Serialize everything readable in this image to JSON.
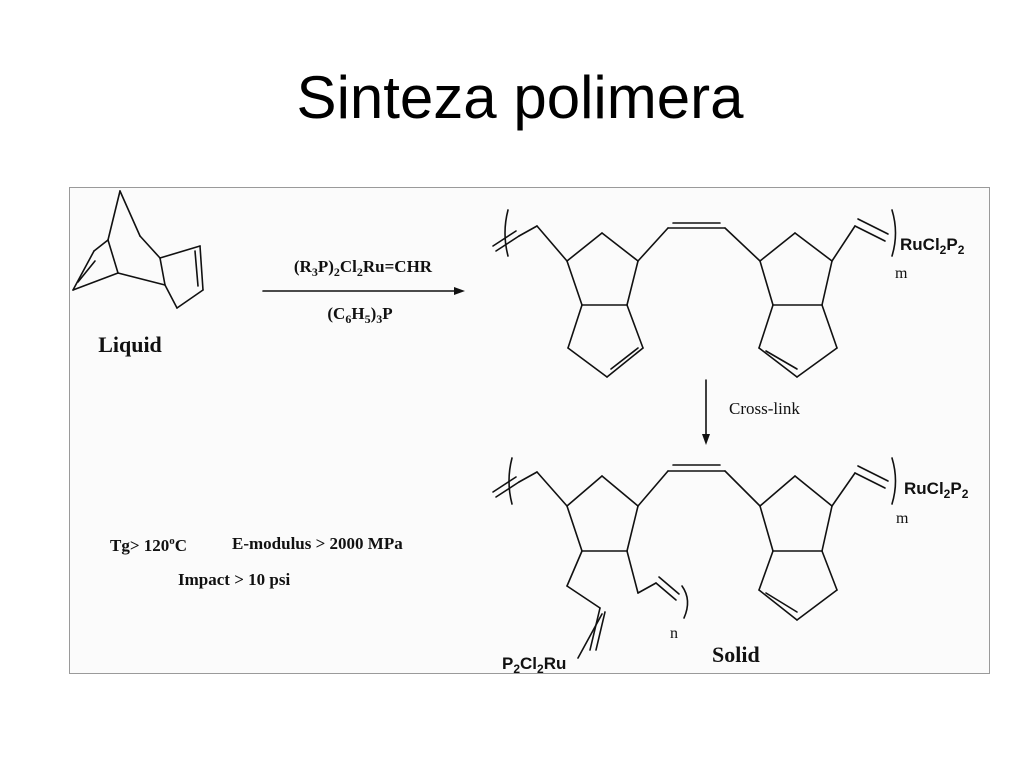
{
  "title": "Sinteza polimera",
  "scheme": {
    "monomer_label": "Liquid",
    "catalyst": {
      "main": "(R",
      "sub1": "3",
      "mid1": "P)",
      "sub2": "2",
      "mid2": "Cl",
      "sub3": "2",
      "tail": "Ru=CHR"
    },
    "cocatalyst": {
      "main": "(C",
      "sub1": "6",
      "mid1": "H",
      "sub2": "5",
      "mid2": ")",
      "sub3": "3",
      "tail": "P"
    },
    "step_label": "Cross-link",
    "polymer_end_group": {
      "a": "RuCl",
      "sub1": "2",
      "b": "P",
      "sub2": "2"
    },
    "crosslink_end_group": {
      "a": "P",
      "sub1": "2",
      "b": "Cl",
      "sub2": "2",
      "c": "Ru"
    },
    "repeat_m": "m",
    "repeat_n": "n",
    "product_label": "Solid",
    "properties": {
      "tg": {
        "text": "Tg> 120",
        "sup": "o",
        "unit": "C"
      },
      "modulus": "E-modulus > 2000 MPa",
      "impact": "Impact > 10 psi"
    }
  }
}
